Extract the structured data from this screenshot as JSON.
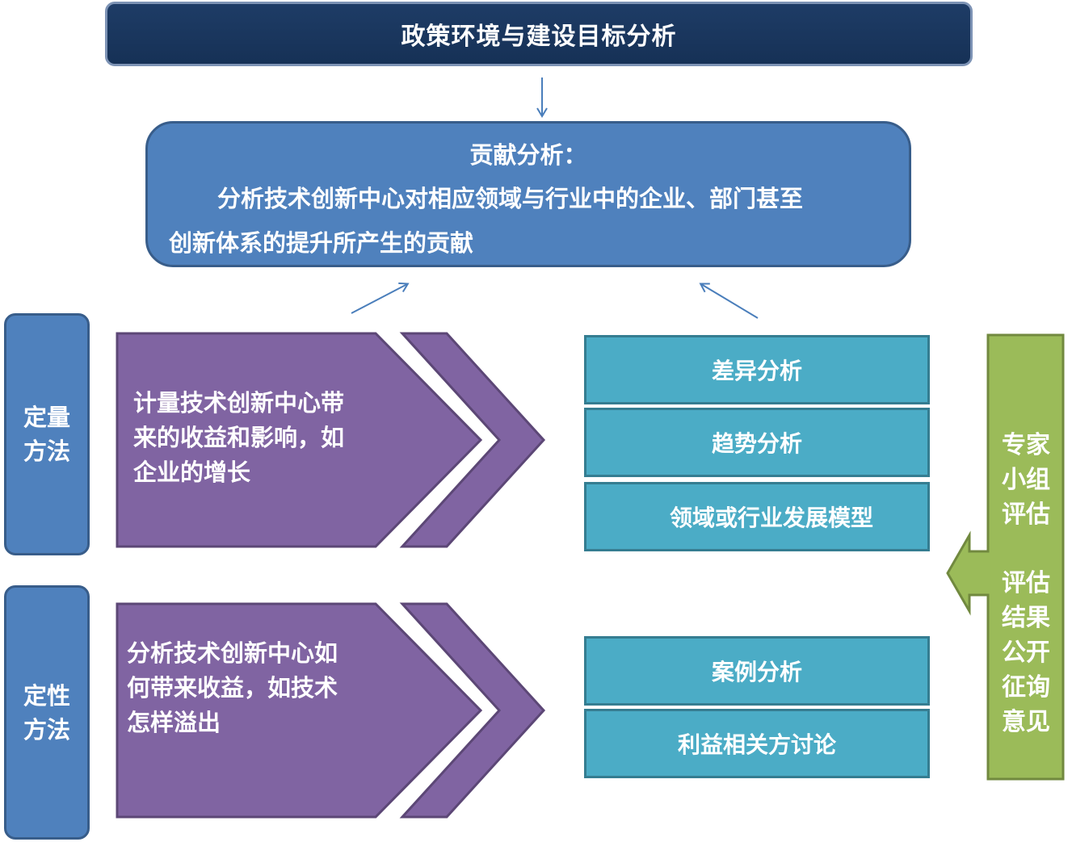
{
  "title": "政策环境与建设目标分析",
  "contribution": {
    "heading": "贡献分析：",
    "line1": "分析技术创新中心对相应领域与行业中的企业、部门甚至",
    "line2": "创新体系的提升所产生的贡献"
  },
  "quantitative": {
    "label_line1": "定量",
    "label_line2": "方法",
    "description": [
      "计量技术创新中心带",
      "来的收益和影响，如",
      "企业的增长"
    ],
    "analyses": [
      "差异分析",
      "趋势分析",
      "领域或行业发展模型"
    ]
  },
  "qualitative": {
    "label_line1": "定性",
    "label_line2": "方法",
    "description": [
      "分析技术创新中心如",
      "何带来收益，如技术",
      "怎样溢出"
    ],
    "analyses": [
      "案例分析",
      "利益相关方讨论"
    ]
  },
  "expert_panel": {
    "lines_top": [
      "专家",
      "小组",
      "评估"
    ],
    "lines_bottom": [
      "评估",
      "结果",
      "公开",
      "征询",
      "意见"
    ]
  },
  "colors": {
    "title_bg": "#1b375e",
    "contribution_bg": "#4f81bd",
    "method_bg": "#4f81bd",
    "chevron_fill": "#8064a2",
    "chevron_border": "#5c4776",
    "analysis_bg": "#4bacc6",
    "expert_bg": "#9bbb59",
    "arrow": "#4a7ebb"
  }
}
